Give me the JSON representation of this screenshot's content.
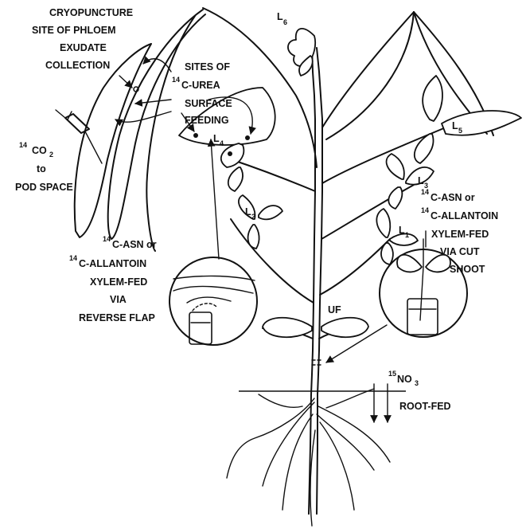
{
  "labels": {
    "cryo_line1": "CRYOPUNCTURE",
    "cryo_line2": "SITE OF PHLOEM",
    "cryo_line3": "EXUDATE",
    "cryo_line4": "COLLECTION",
    "urea_line1": "SITES OF",
    "urea_sup": "14",
    "urea_line2": "C-UREA",
    "urea_line3": "SURFACE",
    "urea_line4": "FEEDING",
    "co2_sup": "14",
    "co2_main": "CO",
    "co2_sub": "2",
    "co2_to": "to",
    "co2_pod": "POD SPACE",
    "flap_asn_sup": "14",
    "flap_asn": "C-ASN or",
    "flap_all_sup": "14",
    "flap_all": "C-ALLANTOIN",
    "flap_line3": "XYLEM-FED",
    "flap_line4": "VIA",
    "flap_line5": "REVERSE FLAP",
    "cut_asn_sup": "14",
    "cut_asn": "C-ASN or",
    "cut_all_sup": "14",
    "cut_all": "C-ALLANTOIN",
    "cut_line3": "XYLEM-FED",
    "cut_line4": "VIA CUT",
    "cut_line5": "SHOOT",
    "uf": "UF",
    "no3_sup": "15",
    "no3": "NO",
    "no3_sub": "3",
    "root_fed": "ROOT-FED",
    "leaves": {
      "L1": {
        "main": "L",
        "sub": "1"
      },
      "L2": {
        "main": "L",
        "sub": "2"
      },
      "L3": {
        "main": "L",
        "sub": "3"
      },
      "L4": {
        "main": "L",
        "sub": "4"
      },
      "L5": {
        "main": "L",
        "sub": "5"
      },
      "L6": {
        "main": "L",
        "sub": "6"
      }
    }
  }
}
